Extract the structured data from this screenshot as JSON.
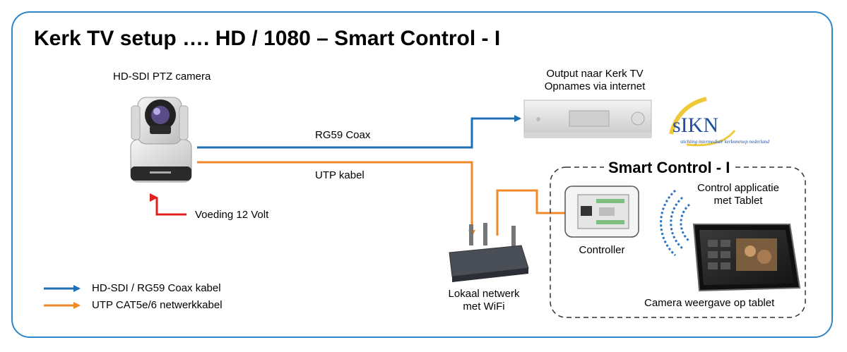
{
  "title": "Kerk TV setup …. HD / 1080  – Smart Control - I",
  "camera": {
    "label": "HD-SDI PTZ camera"
  },
  "recorder": {
    "label_line1": "Output naar Kerk TV",
    "label_line2": "Opnames via internet"
  },
  "sikn_logo": {
    "text": "sIKN",
    "subtext": "stichting intermediair kerkomroep nederland"
  },
  "cables": {
    "coax_label": "RG59 Coax",
    "utp_label": "UTP kabel"
  },
  "power": {
    "label": "Voeding 12 Volt",
    "color": "#e0201e"
  },
  "router": {
    "label_line1": "Lokaal netwerk",
    "label_line2": "met WiFi"
  },
  "smart_control": {
    "title": "Smart Control - I",
    "controller_label": "Controller",
    "tablet_label_line1": "Control applicatie",
    "tablet_label_line2": "met Tablet",
    "camera_view_label": "Camera weergave op tablet"
  },
  "legend": [
    {
      "label": "HD-SDI / RG59 Coax kabel",
      "color": "#1f6fb5"
    },
    {
      "label": "UTP CAT5e/6 netwerkkabel",
      "color": "#f0892a"
    }
  ],
  "colors": {
    "frame": "#2f86c9",
    "coax": "#1f6fb5",
    "utp": "#f0892a",
    "wifi": "#2a73c2"
  }
}
